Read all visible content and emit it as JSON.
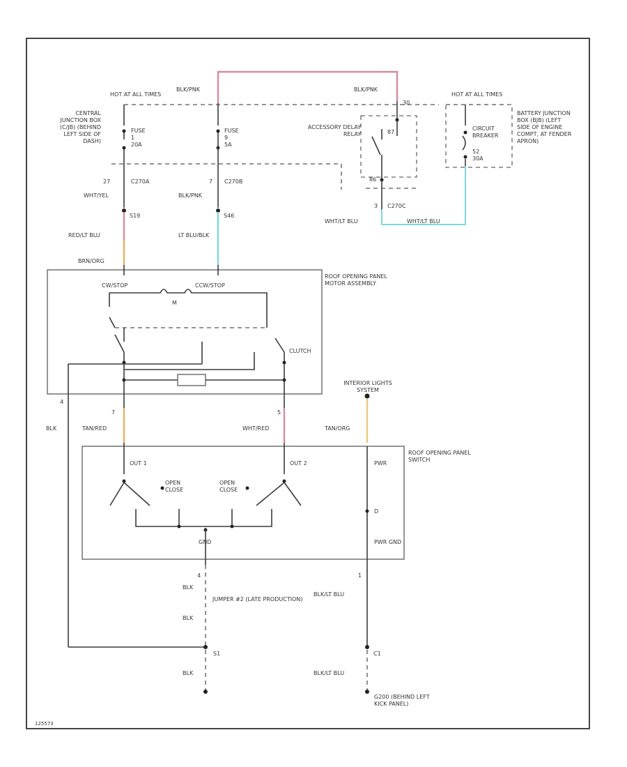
{
  "labels": {
    "hot_left": "HOT AT ALL TIMES",
    "hot_right": "HOT AT ALL TIMES",
    "central_junction": "CENTRAL JUNCTION BOX (C/JB) (BEHIND LEFT SIDE OF DASH)",
    "battery_junction": "BATTERY JUNCTION BOX (BJB) (LEFT SIDE OF ENGINE COMPT, AT FENDER APRON)",
    "fuse1_name": "FUSE",
    "fuse1_num": "1",
    "fuse1_amp": "20A",
    "fuse2_name": "FUSE",
    "fuse2_num": "9",
    "fuse2_amp": "5A",
    "circuit_breaker_name": "CIRCUIT BREAKER",
    "circuit_breaker_num": "52",
    "circuit_breaker_amp": "30A",
    "accessory_relay": "ACCESSORY DELAY RELAY",
    "relay_pin_87": "87",
    "relay_pin_30": "30",
    "relay_pin_86": "86",
    "conn_c270a_pin": "27",
    "conn_c270a": "C270A",
    "conn_c270b_pin": "7",
    "conn_c270b": "C270B",
    "conn_c270c_pin": "3",
    "conn_c270c": "C270C",
    "wire_blk_pnk_left": "BLK/PNK",
    "wire_blk_pnk_right": "BLK/PNK",
    "wire_blk_pnk_2": "BLK/PNK",
    "wire_wht_yel": "WHT/YEL",
    "wire_wht_lt_blu": "WHT/LT BLU",
    "wire_wht_lt_blu_2": "WHT/LT BLU",
    "splice_s19": "S19",
    "splice_s46": "S46",
    "wire_red_lt_blu": "RED/LT BLU",
    "wire_lt_blu_blk": "LT BLU/BLK",
    "wire_brn_org": "BRN/ORG",
    "motor_assembly": "ROOF OPENING PANEL MOTOR ASSEMBLY",
    "ccw_label": "CW/STOP",
    "cw_label": "CCW/STOP",
    "motor_m": "M",
    "clutch": "CLUTCH",
    "interior_lights": "INTERIOR LIGHTS SYSTEM",
    "pin_4": "4",
    "pin_7": "7",
    "pin_5": "5",
    "wire_blk": "BLK",
    "wire_tan_red": "TAN/RED",
    "wire_wht_red": "WHT/RED",
    "wire_tan_org": "TAN/ORG",
    "switch_assembly": "ROOF OPENING PANEL SWITCH",
    "out1": "OUT 1",
    "out2": "OUT 2",
    "open_close_l": "OPEN CLOSE",
    "open_close_r": "OPEN CLOSE",
    "pwr": "PWR",
    "pin_d": "D",
    "gnd": "GND",
    "pwr_gnd": "PWR GND",
    "pin_4b": "4",
    "pin_1": "1",
    "wire_blk_2": "BLK",
    "wire_blk_lt_blu": "BLK/LT BLU",
    "jumper": "JUMPER #2 (LATE PRODUCTION)",
    "wire_blk_3": "BLK",
    "splice_s1": "S1",
    "splice_c1": "C1",
    "wire_blk_4": "BLK",
    "wire_blk_lt_blu_2": "BLK/LT BLU",
    "ground_g": "G200 (BEHIND LEFT KICK PANEL)",
    "footer_code": "125573"
  },
  "colors": {
    "pink": "#d98a9a",
    "cyan": "#7ed6e0",
    "orange": "#e8b060",
    "tan_org": "#efc77a",
    "dark": "#3a3a3a"
  }
}
